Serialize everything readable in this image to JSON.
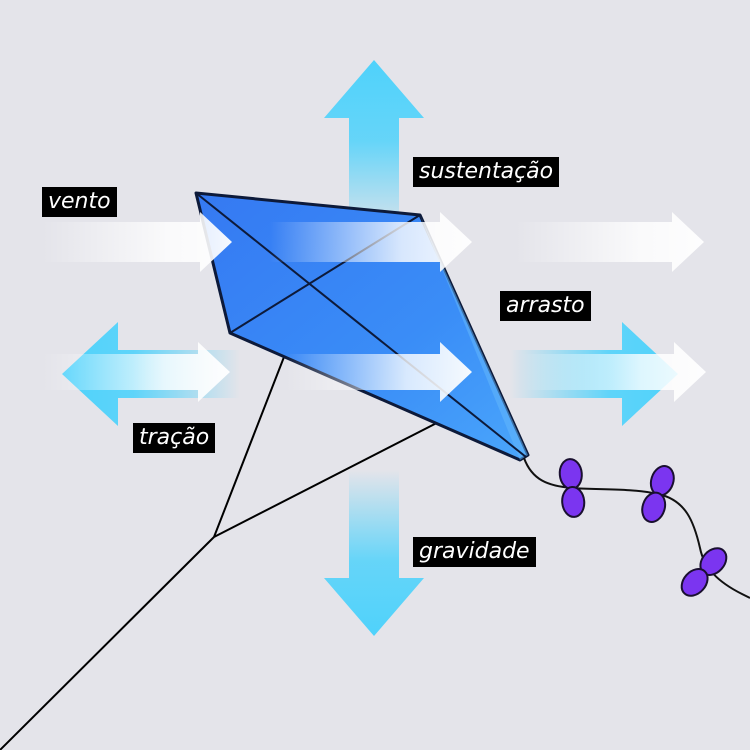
{
  "labels": {
    "wind": "vento",
    "lift": "sustentação",
    "drag": "arrasto",
    "traction": "tração",
    "gravity": "gravidade"
  },
  "colors": {
    "background": "#e4e4ea",
    "kite": "#3d8ff5",
    "force_arrow": "#4fd2fb",
    "wind_arrow": "#ffffff",
    "tail_bow": "#7b35f0",
    "line": "#000000"
  }
}
